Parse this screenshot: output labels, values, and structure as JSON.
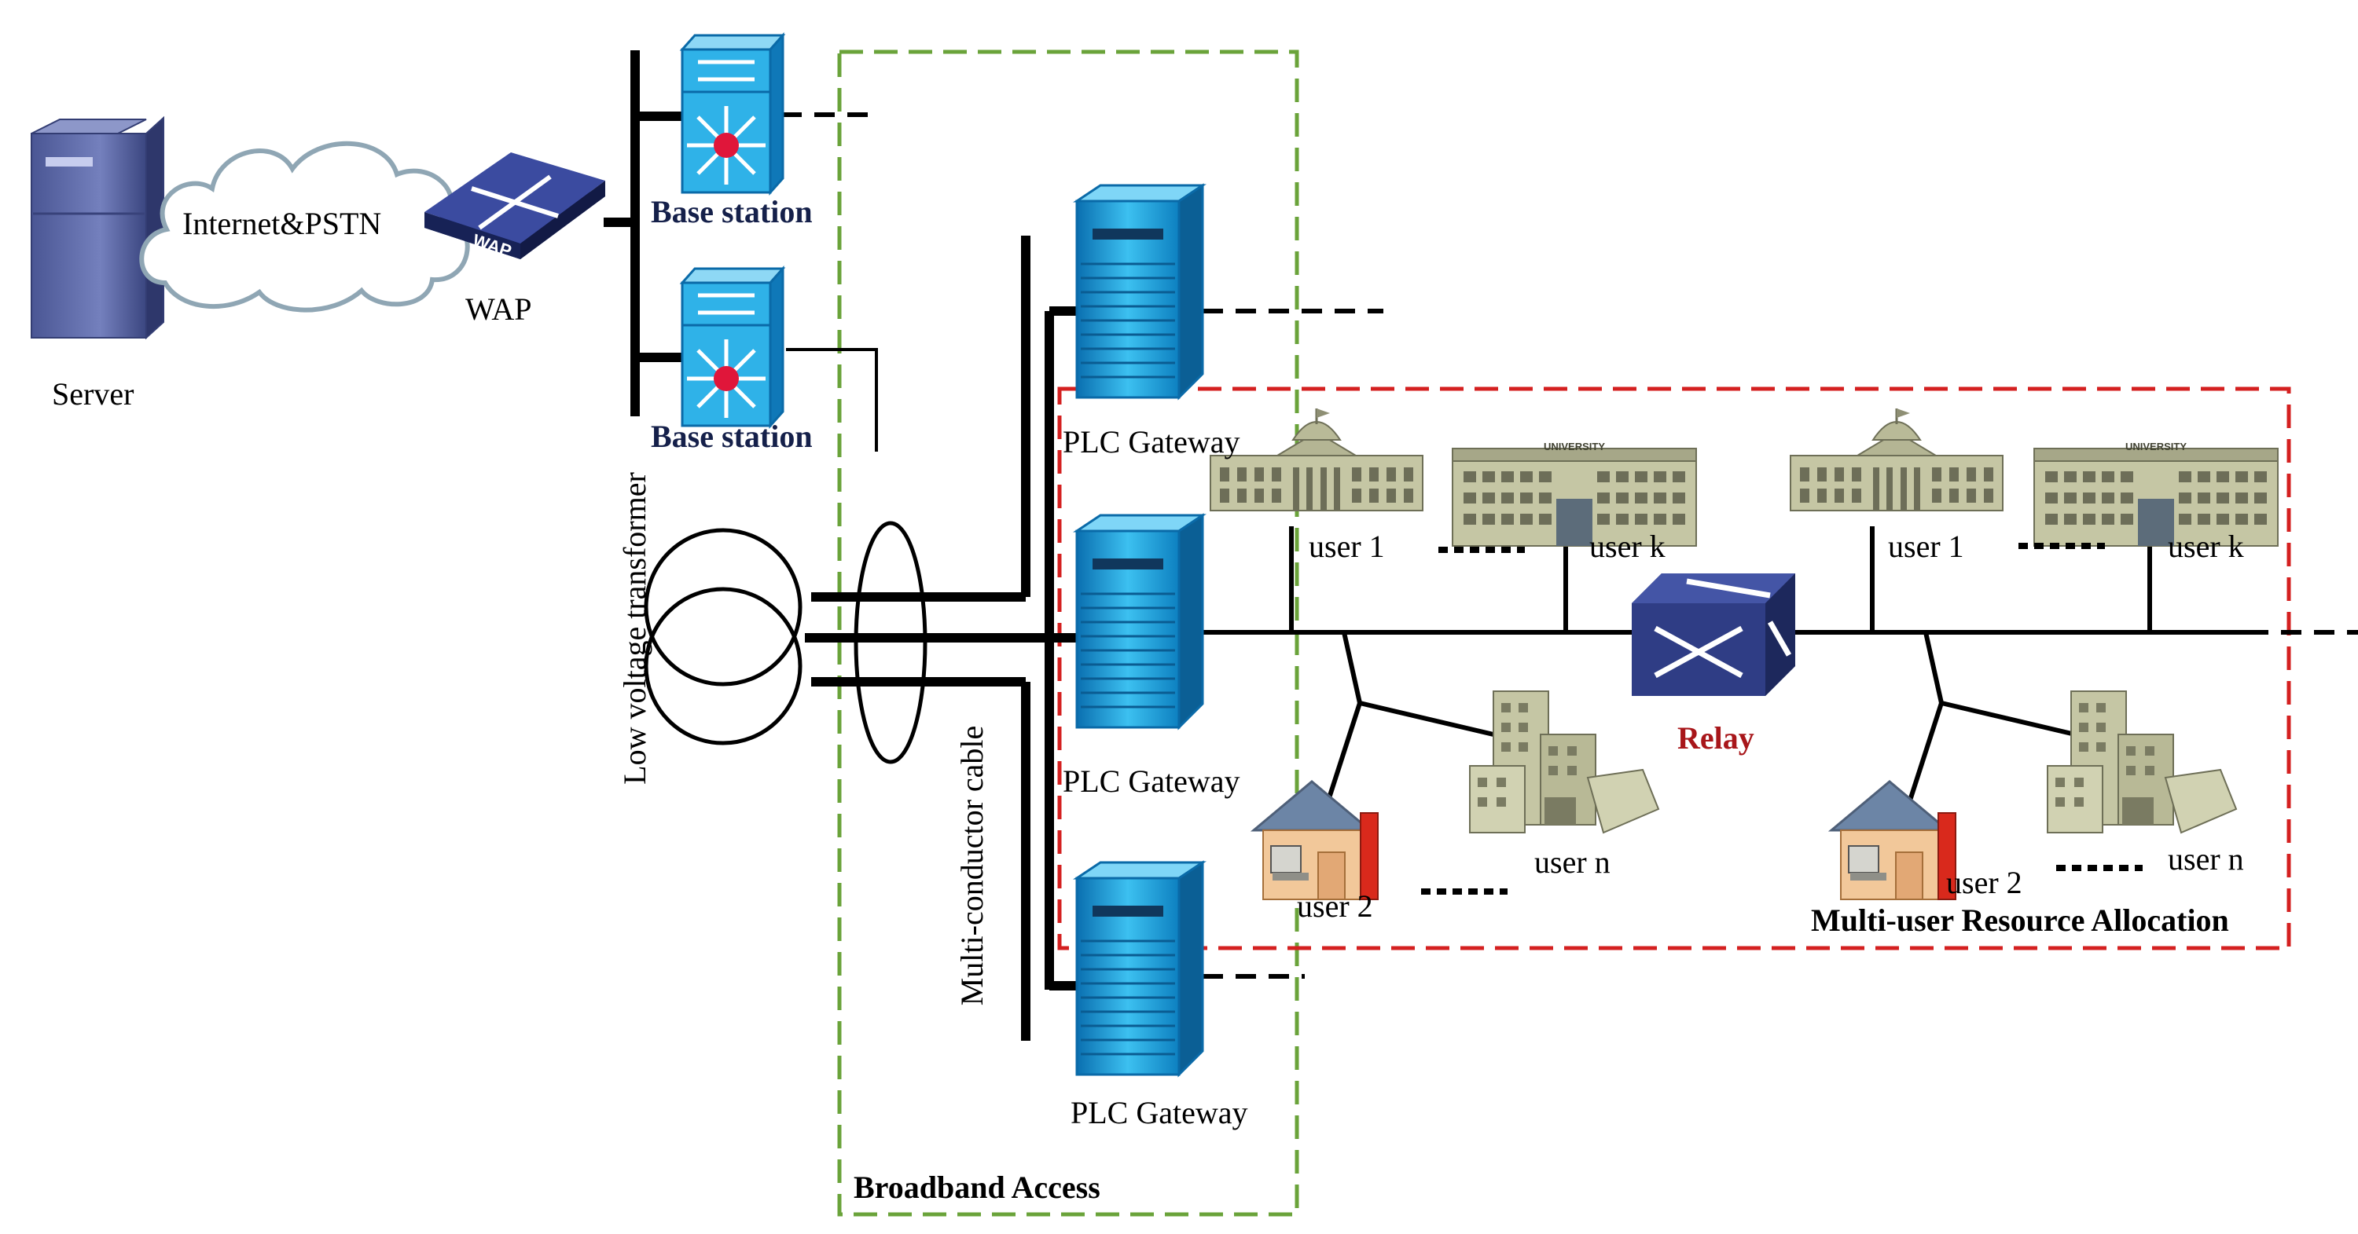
{
  "labels": {
    "server": "Server",
    "internet": "Internet&PSTN",
    "wap": "WAP",
    "base_station_1": "Base station",
    "base_station_2": "Base station",
    "transformer": "Low voltage transformer",
    "cable": "Multi-conductor cable",
    "plc_gateway_1": "PLC Gateway",
    "plc_gateway_2": "PLC Gateway",
    "plc_gateway_3": "PLC Gateway",
    "broadband_access": "Broadband Access",
    "relay": "Relay",
    "multi_user": "Multi-user Resource Allocation",
    "left_group": {
      "user_1": "user 1",
      "user_k": "user k",
      "user_2": "user 2",
      "user_n": "user n"
    },
    "right_group": {
      "user_1": "user 1",
      "user_k": "user k",
      "user_2": "user 2",
      "user_n": "user n"
    },
    "university_sign": "UNIVERSITY",
    "wap_badge": "WAP"
  },
  "colors": {
    "broadband_box": "#6aa33a",
    "resource_box": "#d42020",
    "base_station_label": "#15204a",
    "relay_label": "#a8161a",
    "server_body": "#5d6aa8",
    "cloud_stroke": "#8fa6b4",
    "device_blue": "#1e9fd8",
    "building_beige": "#c9c9a8",
    "house_wall": "#f2c89a"
  }
}
